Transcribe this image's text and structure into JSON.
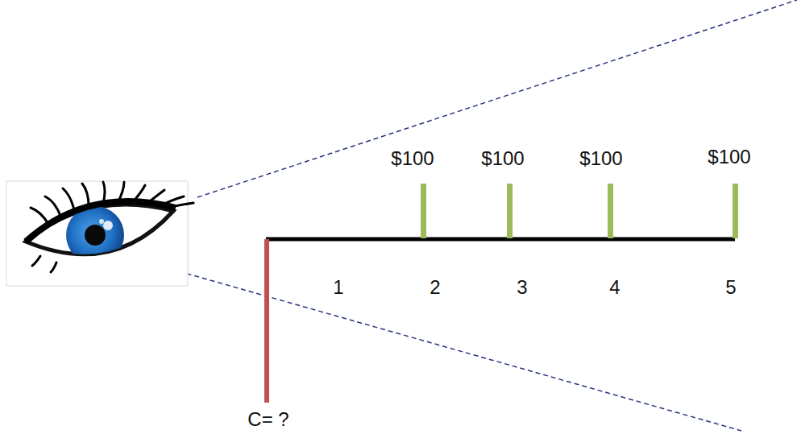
{
  "diagram": {
    "labels": [
      "$100",
      "$100",
      "$100",
      "$100",
      "1",
      "2",
      "3",
      "4",
      "5",
      "C= ?"
    ]
  }
}
